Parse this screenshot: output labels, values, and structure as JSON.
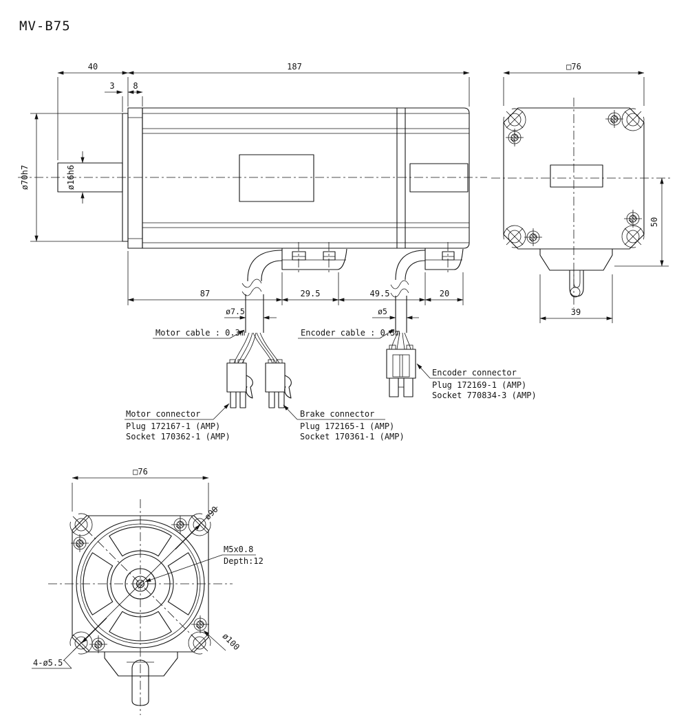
{
  "title": "MV-B75",
  "side": {
    "dim_40": "40",
    "dim_187": "187",
    "dim_3": "3",
    "dim_8": "8",
    "dim_flange_dia": "ø70h7",
    "dim_shaft_dia": "ø16h6",
    "dim_87": "87",
    "dim_29_5": "29.5",
    "dim_49_5": "49.5",
    "dim_20": "20",
    "dim_motor_cable_dia": "ø7.5",
    "dim_encoder_cable_dia": "ø5",
    "motor_cable_label": "Motor cable : 0.3m",
    "encoder_cable_label": "Encoder cable : 0.3m",
    "motor_connector_title": "Motor connector",
    "motor_connector_plug": "Plug 172167-1 (AMP)",
    "motor_connector_socket": "Socket 170362-1 (AMP)",
    "brake_connector_title": "Brake connector",
    "brake_connector_plug": "Plug 172165-1 (AMP)",
    "brake_connector_socket": "Socket 170361-1 (AMP)",
    "encoder_connector_title": "Encoder connector",
    "encoder_connector_plug": "Plug 172169-1 (AMP)",
    "encoder_connector_socket": "Socket 770834-3 (AMP)"
  },
  "rear": {
    "dim_width": "□76",
    "dim_50": "50",
    "dim_39": "39"
  },
  "front": {
    "dim_width": "□76",
    "dim_bolt_circle": "ø90",
    "dim_corner_circle": "ø100",
    "dim_mounting_holes": "4-ø5.5",
    "tap": "M5x0.8",
    "tap_depth": "Depth:12"
  }
}
